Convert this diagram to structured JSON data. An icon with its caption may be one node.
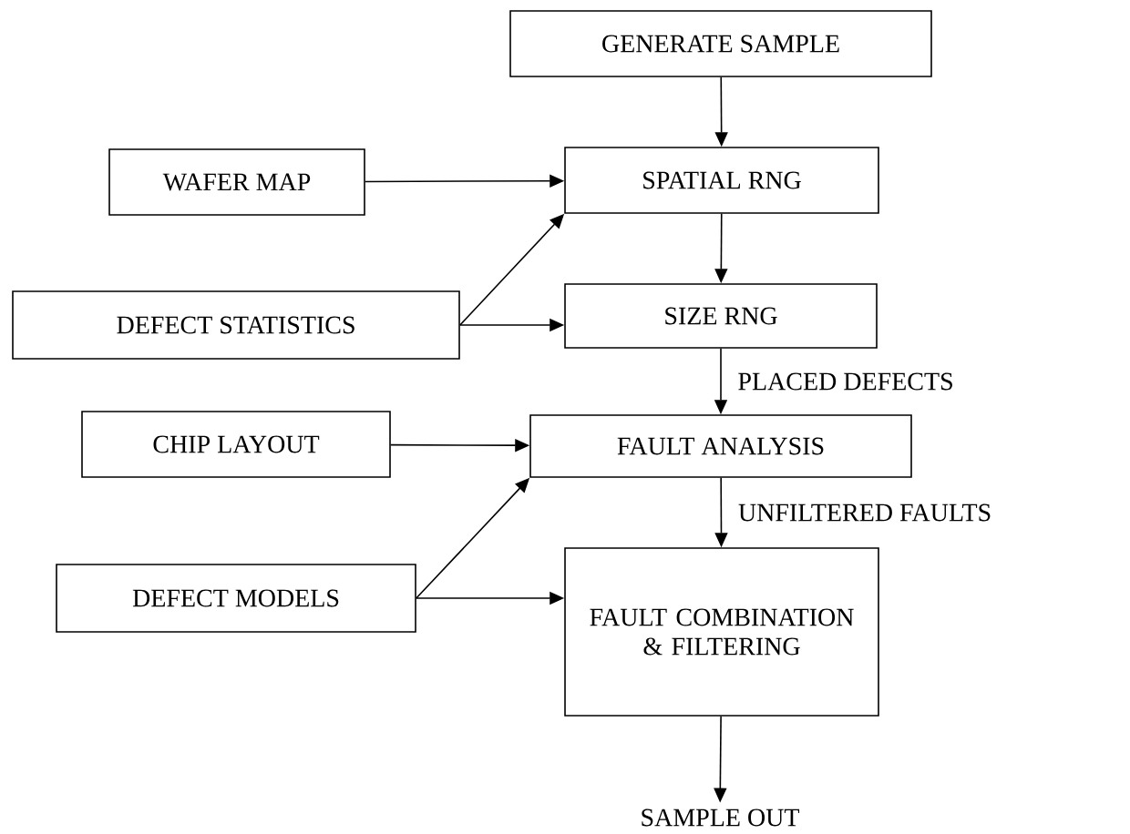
{
  "diagram": {
    "nodes": [
      {
        "text": [
          "GENERATE SAMPLE"
        ]
      },
      {
        "text": [
          "WAFER MAP"
        ]
      },
      {
        "text": [
          "SPATIAL RNG"
        ]
      },
      {
        "text": [
          "DEFECT STATISTICS"
        ]
      },
      {
        "text": [
          "SIZE RNG"
        ]
      },
      {
        "text": [
          "CHIP LAYOUT"
        ]
      },
      {
        "text": [
          "FAULT ANALYSIS"
        ]
      },
      {
        "text": [
          "DEFECT MODELS"
        ]
      },
      {
        "text": [
          "FAULT COMBINATION & FILTERING"
        ]
      },
      {
        "text": [
          "SAMPLE OUT"
        ]
      }
    ],
    "edges": [
      {
        "from": 0,
        "to": 2,
        "arrow": "to"
      },
      {
        "from": 1,
        "to": 2,
        "arrow": "to"
      },
      {
        "from": 3,
        "to": 2,
        "arrow": "to"
      },
      {
        "from": 3,
        "to": 4,
        "arrow": "to"
      },
      {
        "from": 2,
        "to": 4,
        "arrow": "to"
      },
      {
        "from": 4,
        "to": 6,
        "arrow": "to",
        "label": "PLACED DEFECTS"
      },
      {
        "from": 5,
        "to": 6,
        "arrow": "to"
      },
      {
        "from": 7,
        "to": 6,
        "arrow": "to"
      },
      {
        "from": 7,
        "to": 8,
        "arrow": "to"
      },
      {
        "from": 6,
        "to": 8,
        "arrow": "to",
        "label": "UNFILTERED FAULTS"
      },
      {
        "from": 8,
        "to": 9,
        "arrow": "to"
      }
    ]
  }
}
